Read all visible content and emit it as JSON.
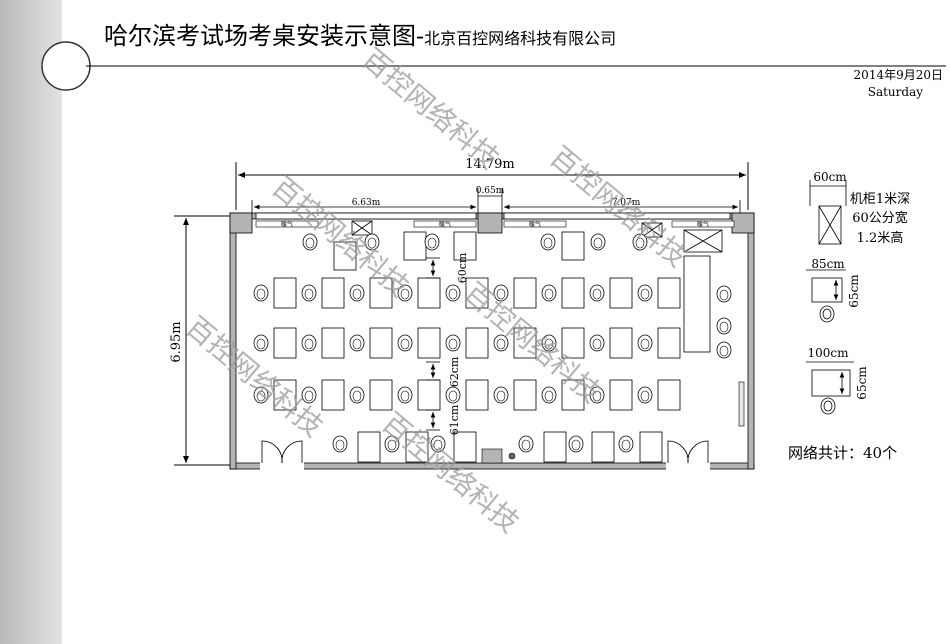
{
  "header": {
    "title": "哈尔滨考试场考桌安装示意图",
    "separator": "-",
    "company": "北京百控网络科技有限公司",
    "date": "2014年9月20日",
    "weekday": "Saturday"
  },
  "dimensions": {
    "total_width": "14.79m",
    "height": "6.95m",
    "left_span": "6.63m",
    "gap": "0.65m",
    "right_span": "7.07m",
    "row_gap_top": "60cm",
    "row_gap_mid": "62cm",
    "row_gap_bottom": "61cm"
  },
  "fixtures": {
    "radiator_label": "暖气"
  },
  "legend": {
    "cabinet_width": "60cm",
    "cabinet_desc": [
      "机柜1米深",
      "60公分宽",
      "1.2米高"
    ],
    "desk_small_width": "85cm",
    "desk_small_depth": "65cm",
    "desk_large_width": "100cm",
    "desk_large_depth": "65cm"
  },
  "summary": {
    "network_total": "网络共计：40个"
  },
  "watermark": "百控网络科技",
  "colors": {
    "sidebar": "#c8c8c8",
    "wall": "#b4b4b4",
    "line": "#000000",
    "watermark": "#9a9a9a"
  }
}
